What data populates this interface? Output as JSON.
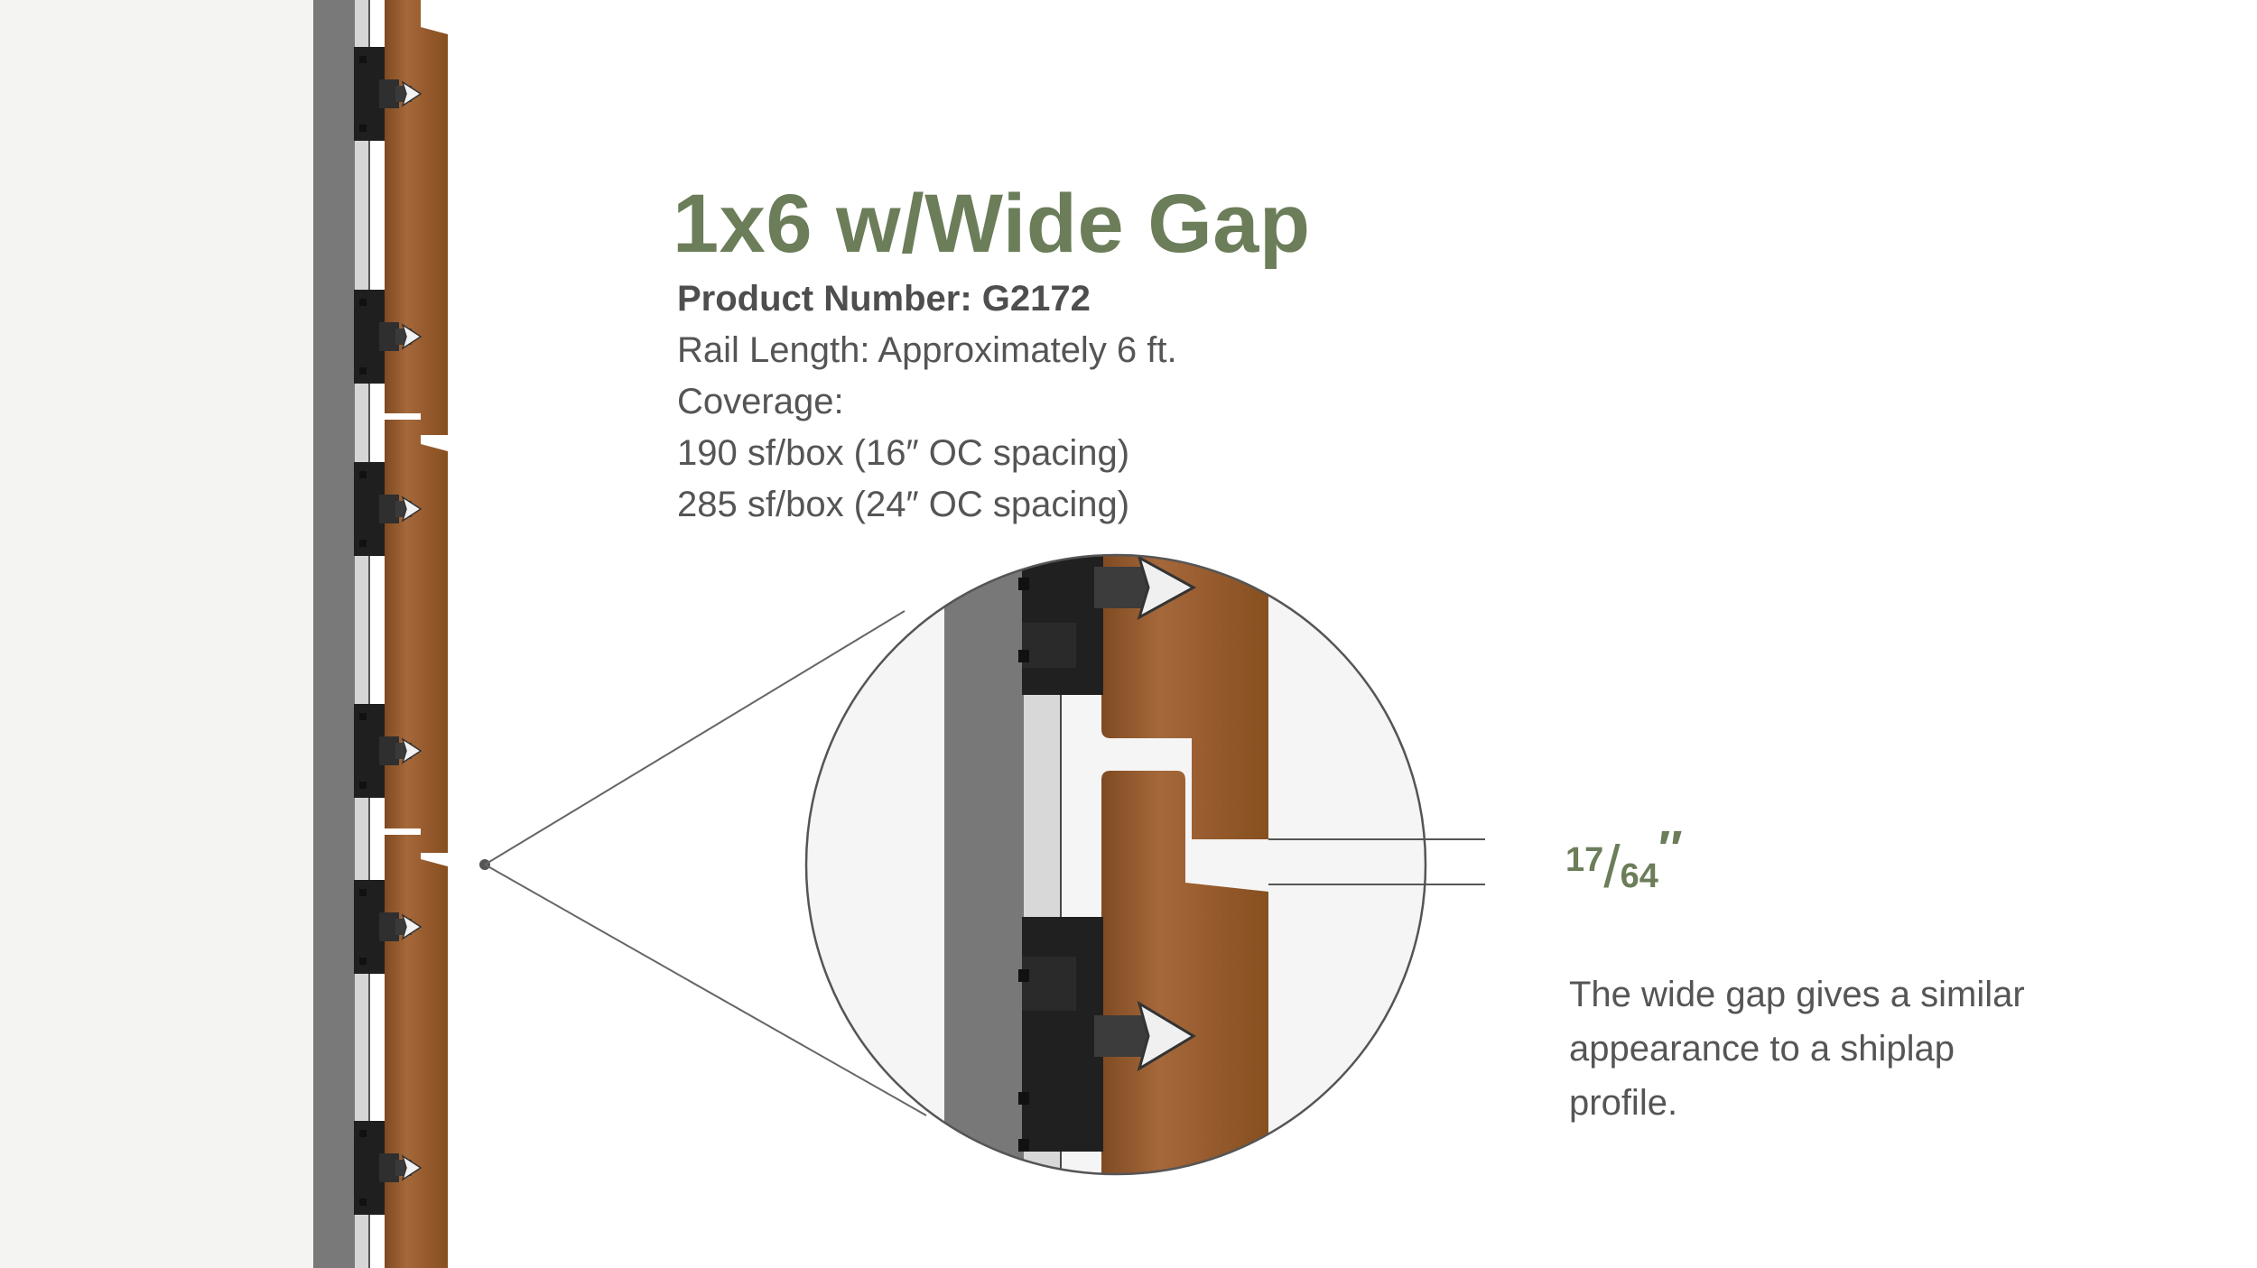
{
  "title": "1x6 w/Wide Gap",
  "product_number": "Product Number: G2172",
  "rail_length": "Rail Length: Approximately 6 ft.",
  "coverage_label": "Coverage:",
  "coverage_16": "190 sf/box (16″ OC spacing)",
  "coverage_24": "285 sf/box (24″ OC spacing)",
  "gap": {
    "numerator": "17",
    "denominator": "64",
    "unit": "″"
  },
  "description": "The wide gap gives a similar appearance to a shiplap profile.",
  "colors": {
    "accent_green": "#6b7d59",
    "wood": "#9b5e2e",
    "rail_gray": "#7a7a7a",
    "clip_dark": "#2a2a2a",
    "background_left": "#f4f4f2"
  }
}
